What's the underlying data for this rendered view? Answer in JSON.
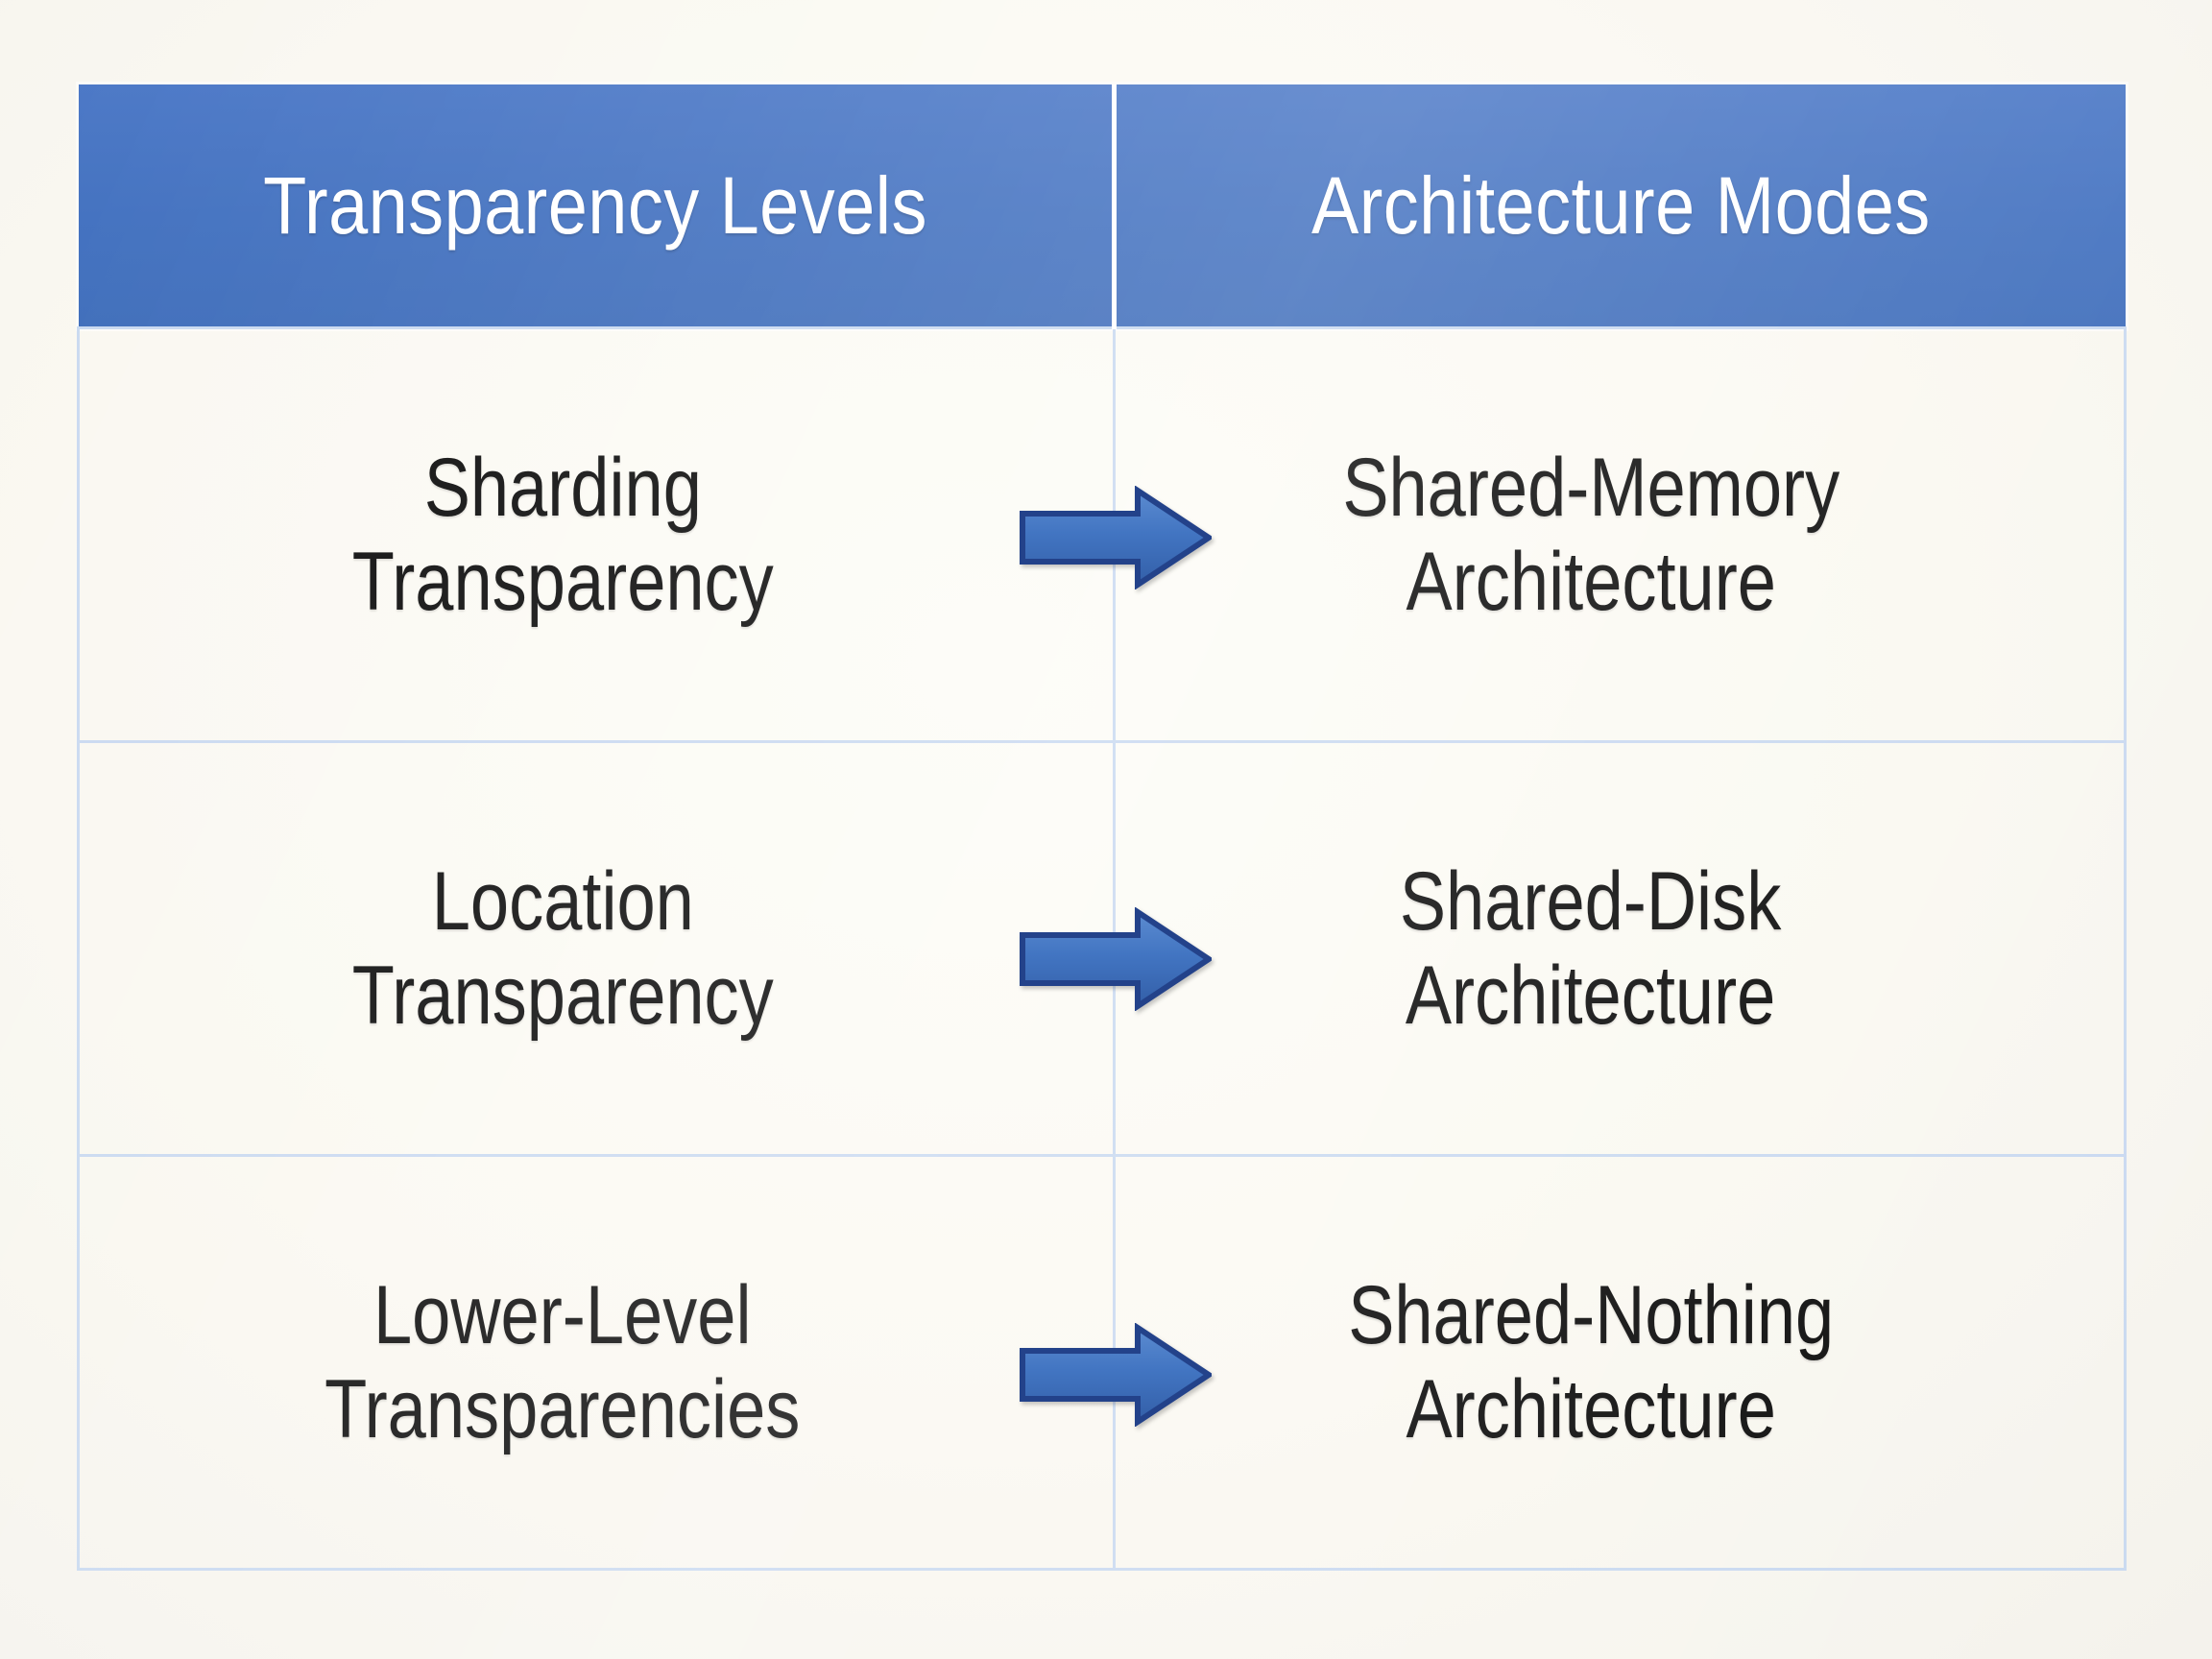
{
  "slide": {
    "background_color": "#fbf9f3",
    "header_color": "#4472c4",
    "header_text_color": "#ffffff",
    "border_color": "#c9d9f0",
    "body_text_color": "#0b0b0b",
    "arrow_fill": "#4a7ec8",
    "arrow_stroke": "#23428a"
  },
  "table": {
    "headers": [
      {
        "label": "Transparency Levels"
      },
      {
        "label": "Architecture Modes"
      }
    ],
    "rows": [
      {
        "left": {
          "line1": "Sharding",
          "line2": "Transparency"
        },
        "arrow": {
          "icon": "right-arrow-icon"
        },
        "right": {
          "line1": "Shared-Memory",
          "line2": "Architecture"
        }
      },
      {
        "left": {
          "line1": "Location",
          "line2": "Transparency"
        },
        "arrow": {
          "icon": "right-arrow-icon"
        },
        "right": {
          "line1": "Shared-Disk",
          "line2": "Architecture"
        }
      },
      {
        "left": {
          "line1": "Lower-Level",
          "line2": "Transparencies"
        },
        "arrow": {
          "icon": "right-arrow-icon"
        },
        "right": {
          "line1": "Shared-Nothing",
          "line2": "Architecture"
        }
      }
    ]
  }
}
